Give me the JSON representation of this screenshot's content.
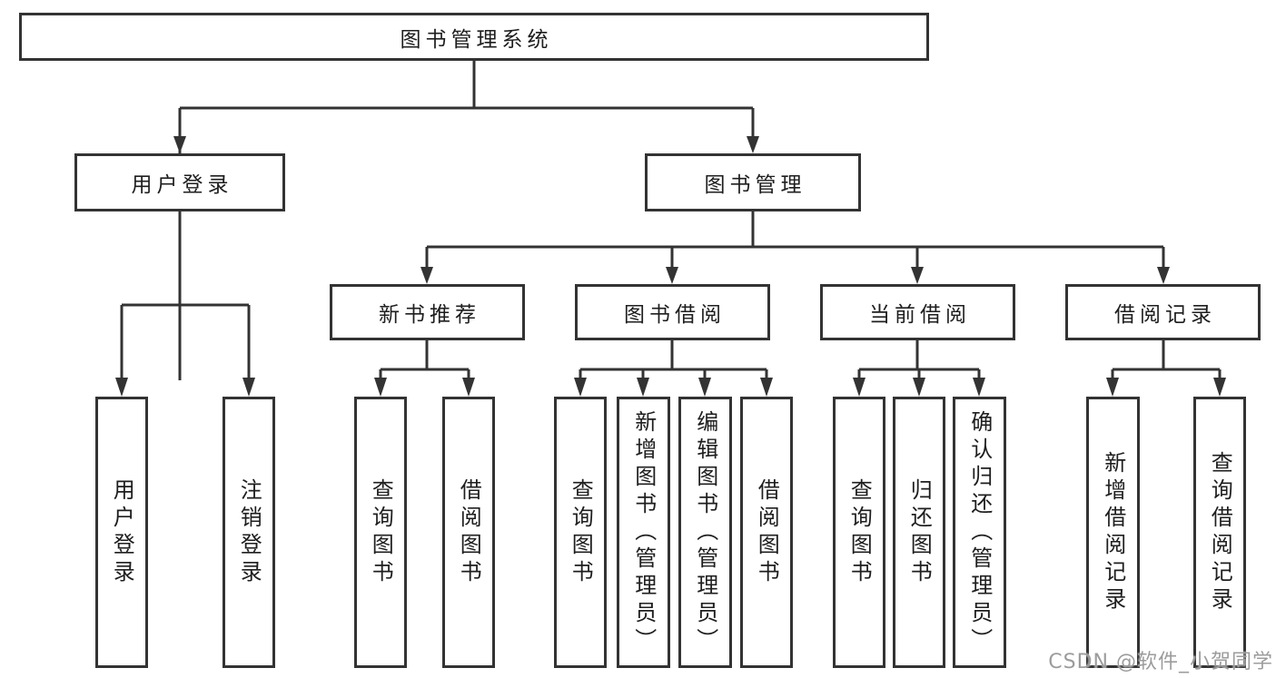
{
  "diagram": {
    "type": "hierarchy-tree",
    "tree": {
      "root": {
        "label": "图书管理系统",
        "children": [
          {
            "label": "用户登录",
            "children": [
              {
                "label": "用户登录"
              },
              {
                "label": "注销登录"
              }
            ]
          },
          {
            "label": "图书管理",
            "children": [
              {
                "label": "新书推荐",
                "children": [
                  {
                    "label": "查询图书"
                  },
                  {
                    "label": "借阅图书"
                  }
                ]
              },
              {
                "label": "图书借阅",
                "children": [
                  {
                    "label": "查询图书"
                  },
                  {
                    "label": "新增图书（管理员）"
                  },
                  {
                    "label": "编辑图书（管理员）"
                  },
                  {
                    "label": "借阅图书"
                  }
                ]
              },
              {
                "label": "当前借阅",
                "children": [
                  {
                    "label": "查询图书"
                  },
                  {
                    "label": "归还图书"
                  },
                  {
                    "label": "确认归还（管理员）"
                  }
                ]
              },
              {
                "label": "借阅记录",
                "children": [
                  {
                    "label": "新增借阅记录"
                  },
                  {
                    "label": "查询借阅记录"
                  }
                ]
              }
            ]
          }
        ]
      }
    },
    "colors": {
      "line": "#333333",
      "box_border": "#333333",
      "box_fill": "#ffffff",
      "text": "#1e1e1e",
      "watermark": "#9c9c9c",
      "background": "#ffffff"
    }
  },
  "watermark": {
    "text": "CSDN @软件_小贺同学"
  }
}
